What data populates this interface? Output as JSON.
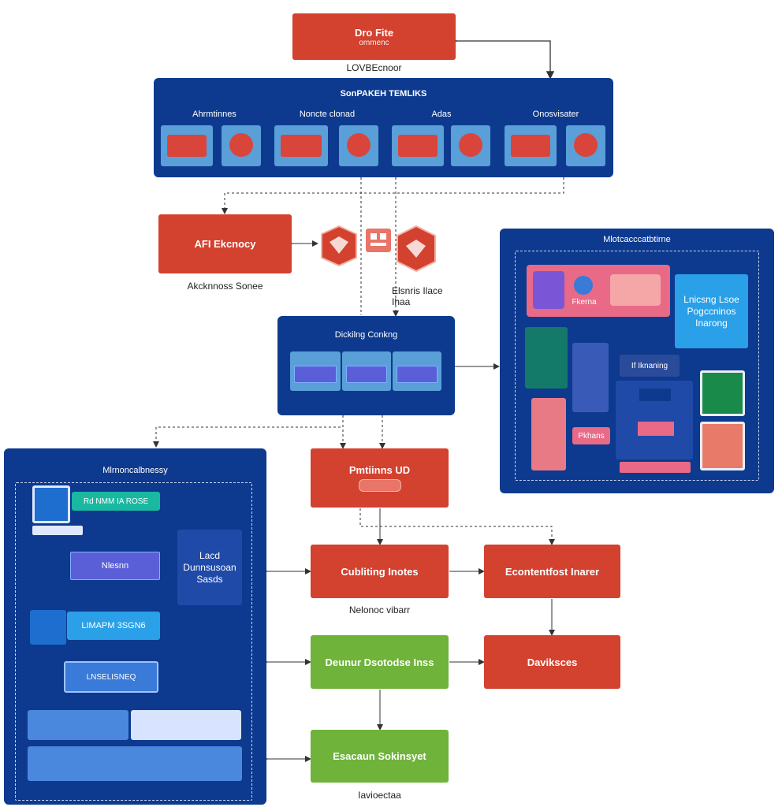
{
  "boxes": {
    "top": {
      "title": "Dro Fite",
      "subtitle": "ommenc",
      "caption": "LOVBEcnoor"
    },
    "api": {
      "title": "AFI Ekcnocy",
      "caption": "Akcknnoss Sonee"
    },
    "platform": {
      "title": "Pmtiinns UD"
    },
    "cubling": {
      "title": "Cubliting Inotes",
      "caption": "Nelonoc vibarr"
    },
    "eccont": {
      "title": "Econtentfost Inarer"
    },
    "dashboard": {
      "title": "Daviksces"
    },
    "datacore": {
      "title": "Deunur Dsotodse Inss"
    },
    "bottom": {
      "title": "Esacaun Sokinsyet",
      "caption": "Iavioectaa"
    }
  },
  "panels": {
    "top": {
      "title": "SonPAKEH TEMLIKS",
      "sections": [
        "Ahrmtinnes",
        "Noncte clonad",
        "Adas",
        "Onosvisater"
      ]
    },
    "middle": {
      "title": "Dickilng Conkng",
      "chips": [
        "",
        "",
        ""
      ]
    },
    "right": {
      "title": "Mlotcacccatbtirne",
      "info": "Lnicsng Lsoe Pogccninos Inarong",
      "tiles": [
        "Fkerna",
        "If Iknaning",
        "Pkhans"
      ]
    },
    "left": {
      "title": "Mlrnoncalbnessy",
      "rows": [
        "Rd NMM IA ROSE",
        "Nlesnn",
        "LIMAPM 3SGN6",
        "LNSELISNEQ"
      ],
      "side": "Lacd Dunnsusoan Sasds"
    }
  },
  "callouts": {
    "center": "Elsnris Ilace Ihaa"
  },
  "colors": {
    "accent_red": "#d3412f",
    "navy": "#0d3a8e",
    "green": "#6fb33a",
    "light_blue": "#5a9fd8"
  }
}
